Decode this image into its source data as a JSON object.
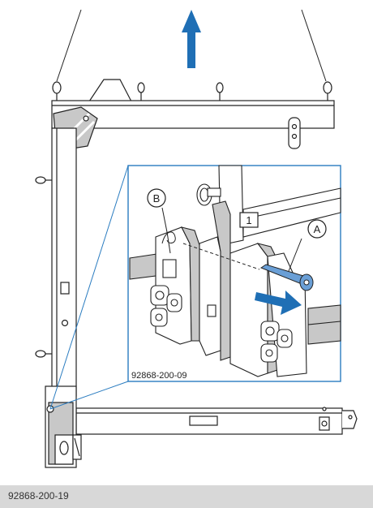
{
  "figure": {
    "inset_id": "92868-200-09",
    "callouts": {
      "a": "A",
      "b": "B",
      "one": "1"
    }
  },
  "caption": "92868-200-19",
  "colors": {
    "arrow": "#1f6fb5",
    "pin": "#6a9fd6",
    "inset_border": "#2a7cc0",
    "caption_bg": "#d8d8d8",
    "line": "#222222",
    "shade": "#c8c8c8"
  }
}
